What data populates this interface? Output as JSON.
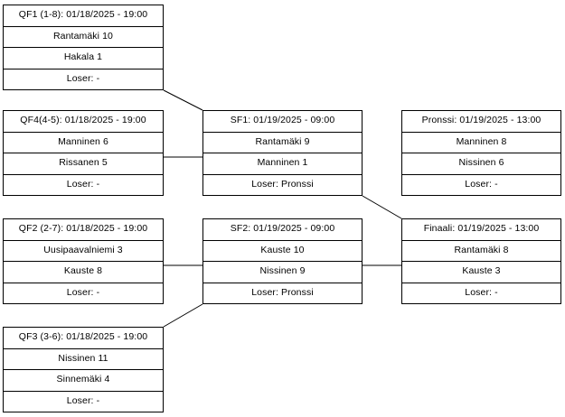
{
  "bracket": {
    "loser_label_prefix": "Loser:",
    "matches": [
      {
        "id": "qf1",
        "header": "QF1 (1-8): 01/18/2025 - 19:00",
        "team1": "Rantamäki 10",
        "team2": "Hakala 1",
        "loser": "Loser: -"
      },
      {
        "id": "qf4",
        "header": "QF4(4-5): 01/18/2025 - 19:00",
        "team1": "Manninen 6",
        "team2": "Rissanen 5",
        "loser": "Loser: -"
      },
      {
        "id": "qf2",
        "header": "QF2 (2-7): 01/18/2025 - 19:00",
        "team1": "Uusipaavalniemi 3",
        "team2": "Kauste 8",
        "loser": "Loser: -"
      },
      {
        "id": "qf3",
        "header": "QF3 (3-6): 01/18/2025 - 19:00",
        "team1": "Nissinen 11",
        "team2": "Sinnemäki 4",
        "loser": "Loser: -"
      },
      {
        "id": "sf1",
        "header": "SF1: 01/19/2025 - 09:00",
        "team1": "Rantamäki 9",
        "team2": "Manninen 1",
        "loser": "Loser: Pronssi"
      },
      {
        "id": "sf2",
        "header": "SF2: 01/19/2025 - 09:00",
        "team1": "Kauste 10",
        "team2": "Nissinen 9",
        "loser": "Loser: Pronssi"
      },
      {
        "id": "pronssi",
        "header": "Pronssi: 01/19/2025 - 13:00",
        "team1": "Manninen 8",
        "team2": "Nissinen 6",
        "loser": "Loser: -"
      },
      {
        "id": "finaali",
        "header": "Finaali: 01/19/2025 - 13:00",
        "team1": "Rantamäki 8",
        "team2": "Kauste 3",
        "loser": "Loser: -"
      }
    ]
  },
  "style": {
    "line_color": "#000000",
    "background": "#ffffff"
  }
}
